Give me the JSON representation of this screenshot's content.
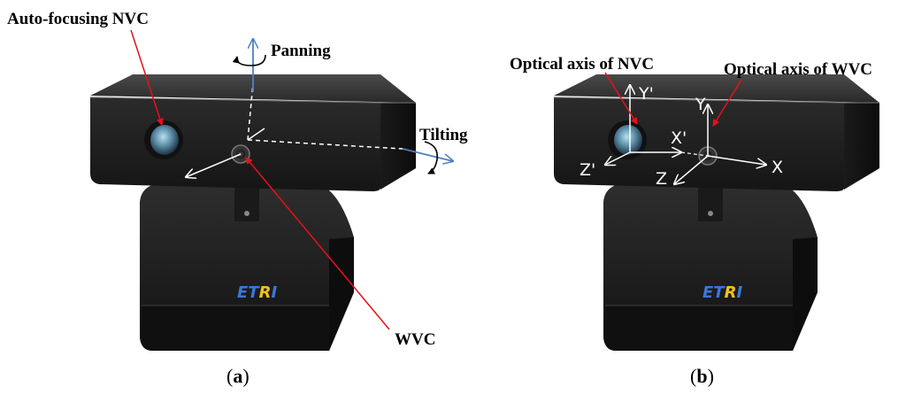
{
  "panel_a": {
    "caption_open": "(",
    "caption_letter": "a",
    "caption_close": ")",
    "label_nvc": "Auto-focusing NVC",
    "label_panning": "Panning",
    "label_tilting": "Tilting",
    "label_wvc": "WVC",
    "logo_text": "ETRI"
  },
  "panel_b": {
    "caption_open": "(",
    "caption_letter": "b",
    "caption_close": ")",
    "label_axis_nvc": "Optical axis of NVC",
    "label_axis_wvc": "Optical axis of WVC",
    "axis_y_prime": "Y'",
    "axis_x_prime": "X'",
    "axis_z_prime": "Z'",
    "axis_y": "Y",
    "axis_x": "X",
    "axis_z": "Z",
    "logo_text": "ETRI"
  },
  "colors": {
    "body_dark": "#1e1e1e",
    "pointer_red": "#e8101a",
    "axis_blue": "#4f7fc0",
    "logo_blue": "#3a78d8",
    "logo_yellow": "#f0c020"
  }
}
